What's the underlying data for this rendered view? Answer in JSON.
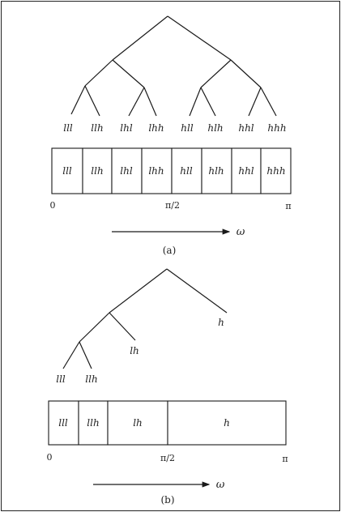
{
  "panel_a": {
    "leaf_labels": [
      "lll",
      "llh",
      "lhl",
      "lhh",
      "hll",
      "hlh",
      "hhl",
      "hhh"
    ],
    "cell_labels": [
      "lll",
      "llh",
      "lhl",
      "lhh",
      "hll",
      "hlh",
      "hhl",
      "hhh"
    ],
    "axis_ticks": [
      "0",
      "π/2",
      "π"
    ],
    "axis_symbol": "ω",
    "caption": "(a)"
  },
  "panel_b": {
    "leaf_labels": [
      "h",
      "lh",
      "lll",
      "llh"
    ],
    "cell_labels": [
      "lll",
      "llh",
      "lh",
      "h"
    ],
    "axis_ticks": [
      "0",
      "π/2",
      "π"
    ],
    "axis_symbol": "ω",
    "caption": "(b)"
  }
}
